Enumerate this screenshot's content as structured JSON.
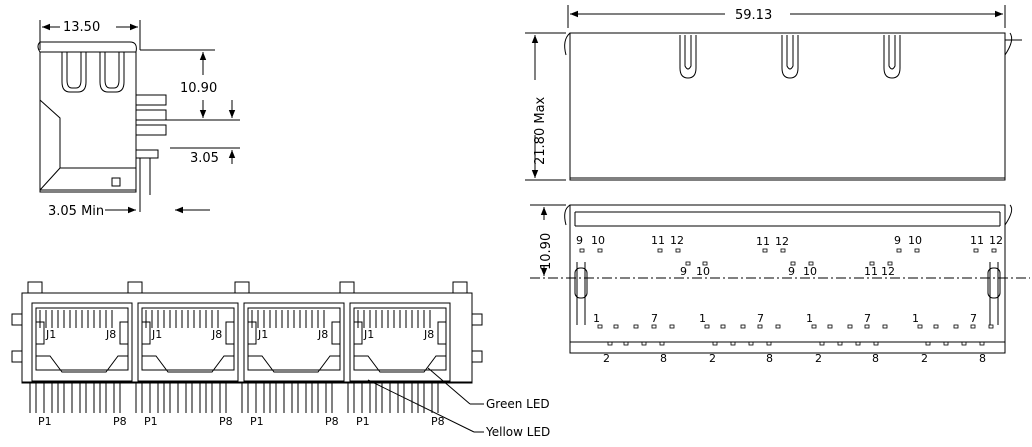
{
  "side_view": {
    "dim_width": "13.50",
    "dim_height": "10.90",
    "dim_pin": "3.05",
    "dim_min": "3.05 Min"
  },
  "top_view": {
    "dim_length": "59.13",
    "dim_height": "21.80 Max"
  },
  "footprint": {
    "dim_offset": "10.90",
    "upper_labels": [
      "9",
      "10",
      "11",
      "12",
      "11",
      "12",
      "9",
      "10",
      "11",
      "12",
      "9",
      "10",
      "9",
      "10",
      "11",
      "12"
    ],
    "lower_labels": [
      "1",
      "7",
      "1",
      "7",
      "1",
      "7",
      "1",
      "7",
      "2",
      "8",
      "2",
      "8",
      "2",
      "8",
      "2",
      "8"
    ]
  },
  "front_view": {
    "port_labels": {
      "left": "J1",
      "right": "J8"
    },
    "pin_labels": {
      "left": "P1",
      "right": "P8"
    },
    "callouts": {
      "green": "Green LED",
      "yellow": "Yellow LED"
    }
  }
}
